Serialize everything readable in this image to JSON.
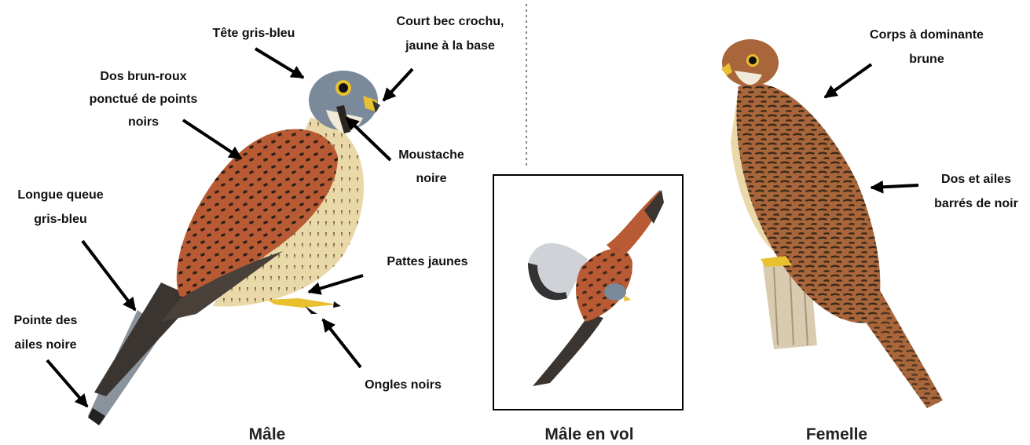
{
  "labels": {
    "tete": "Tête gris-bleu",
    "bec": "Court bec crochu,\njaune à la base",
    "dos_male": "Dos brun-roux\nponctué de points\nnoirs",
    "moustache": "Moustache\nnoire",
    "queue": "Longue queue\ngris-bleu",
    "pattes": "Pattes jaunes",
    "pointe": "Pointe des\nailes noire",
    "ongles": "Ongles noirs",
    "corps": "Corps à dominante\nbrune",
    "dos_femelle": "Dos et ailes\nbarrés de noir"
  },
  "captions": {
    "male": "Mâle",
    "vol": "Mâle en vol",
    "femelle": "Femelle"
  },
  "colors": {
    "rufous": "#b85a34",
    "grey_blue": "#7a8a9a",
    "yellow": "#e8c030",
    "buff": "#ead9a8",
    "brown": "#a9663a",
    "dark": "#2a2520"
  }
}
